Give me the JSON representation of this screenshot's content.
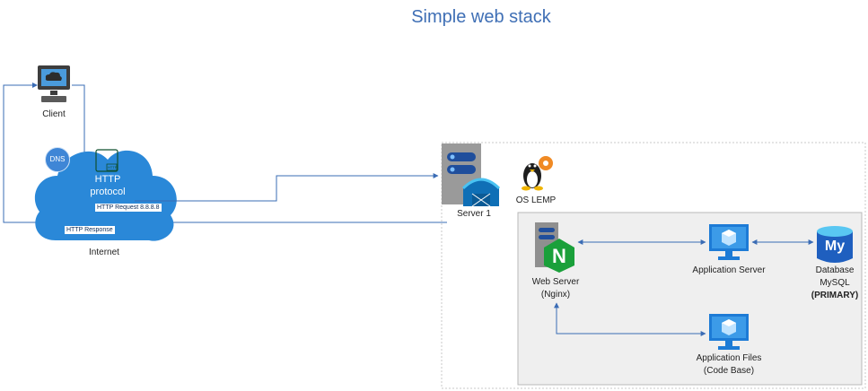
{
  "title": "Simple web stack",
  "client": {
    "label": "Client"
  },
  "internet": {
    "label": "Internet",
    "dns_label": "DNS",
    "http_label_line1": "HTTP",
    "http_label_line2": "protocol",
    "http_icon_text": "HTTP",
    "request_label": "HTTP Request 8.8.8.8",
    "response_label": "HTTP Response"
  },
  "server": {
    "label": "Server 1",
    "os_label": "OS LEMP"
  },
  "web_server": {
    "line1": "Web Server",
    "line2": "(Nginx)",
    "logo_letter": "N"
  },
  "app_server": {
    "label": "Application Server"
  },
  "database": {
    "line1": "Database",
    "line2": "MySQL",
    "line3": "(PRIMARY)",
    "logo_text": "My"
  },
  "app_files": {
    "line1": "Application Files",
    "line2": "(Code Base)"
  },
  "colors": {
    "accent": "#3f6fb5",
    "line": "#3a6cb5",
    "cloud": "#2a88d8",
    "nginx": "#1aa03a"
  }
}
